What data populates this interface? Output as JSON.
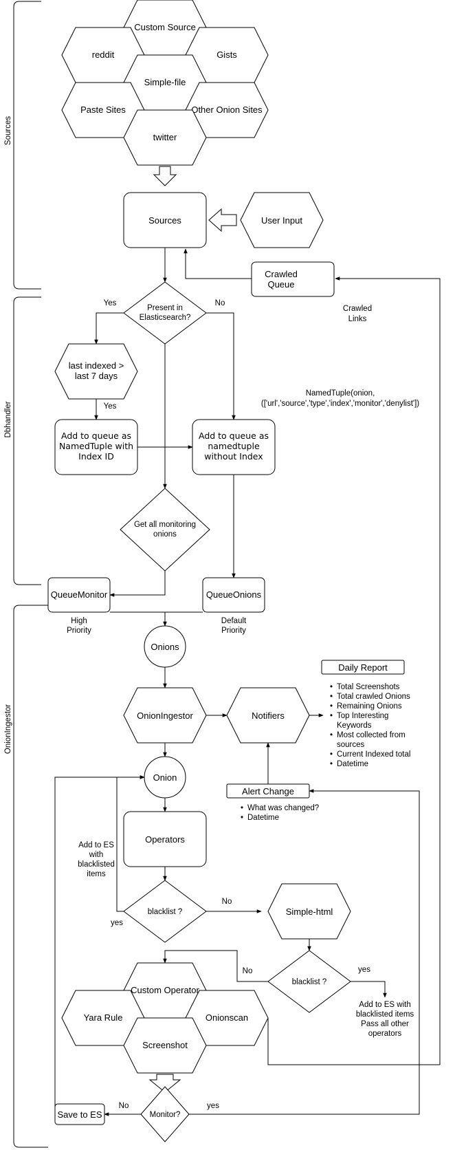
{
  "sections": {
    "sources": "Sources",
    "dbhandler": "Dbhandler",
    "onioningestor": "OnionIngestor"
  },
  "source_hexes": {
    "custom_source": "Custom Source",
    "reddit": "reddit",
    "gists": "Gists",
    "simple_file": "Simple-file",
    "paste_sites": "Paste Sites",
    "other_onion_sites": "Other Onion Sites",
    "twitter": "twitter"
  },
  "sources_box": "Sources",
  "user_input": "User Input",
  "crawled_queue": [
    "Crawled",
    "Queue"
  ],
  "crawled_links": [
    "Crawled",
    "Links"
  ],
  "present_in_es": [
    "Present in",
    "Elasticsearch?"
  ],
  "yes": "Yes",
  "no": "No",
  "last_indexed": [
    "last indexed >",
    "last 7 days"
  ],
  "add_queue_index": [
    "Add to queue as",
    "NamedTuple with",
    "Index ID"
  ],
  "add_queue_noindex": [
    "Add to queue as",
    "namedtuple",
    "without Index"
  ],
  "namedtuple_note": [
    "NamedTuple(onion,",
    "(['url','source','type','index','monitor','denylist'])"
  ],
  "get_monitoring": [
    "Get all monitoring",
    "onions"
  ],
  "queue_monitor": "QueueMonitor",
  "queue_onions": "QueueOnions",
  "high_priority": [
    "High",
    "Priority"
  ],
  "default_priority": [
    "Default",
    "Priority"
  ],
  "onions": "Onions",
  "onion_ingestor": "OnionIngestor",
  "notifiers": "Notifiers",
  "daily_report": {
    "title": "Daily Report",
    "items": [
      [
        "Total Screenshots"
      ],
      [
        "Total crawled Onions"
      ],
      [
        "Remaining Onions"
      ],
      [
        "Top Interesting",
        "Keywords"
      ],
      [
        "Most collected from",
        "sources"
      ],
      [
        "Current Indexed total"
      ],
      [
        "Datetime"
      ]
    ]
  },
  "alert_change": {
    "title": "Alert Change",
    "items": [
      "What was changed?",
      "Datetime"
    ]
  },
  "onion": "Onion",
  "operators": "Operators",
  "add_to_es_blacklisted": [
    "Add to ES",
    "with",
    "blacklisted",
    "items"
  ],
  "blacklist_q": "blacklist ?",
  "yes_lower": "yes",
  "simple_html": "Simple-html",
  "add_es_pass_all": [
    "Add to ES with",
    "blacklisted items",
    "Pass all other",
    "operators"
  ],
  "operator_hexes": {
    "custom_operator": "Custom Operator",
    "yara_rule": "Yara Rule",
    "onionscan": "Onionscan",
    "screenshot": "Screenshot"
  },
  "monitor_q": "Monitor?",
  "save_to_es": "Save to ES"
}
